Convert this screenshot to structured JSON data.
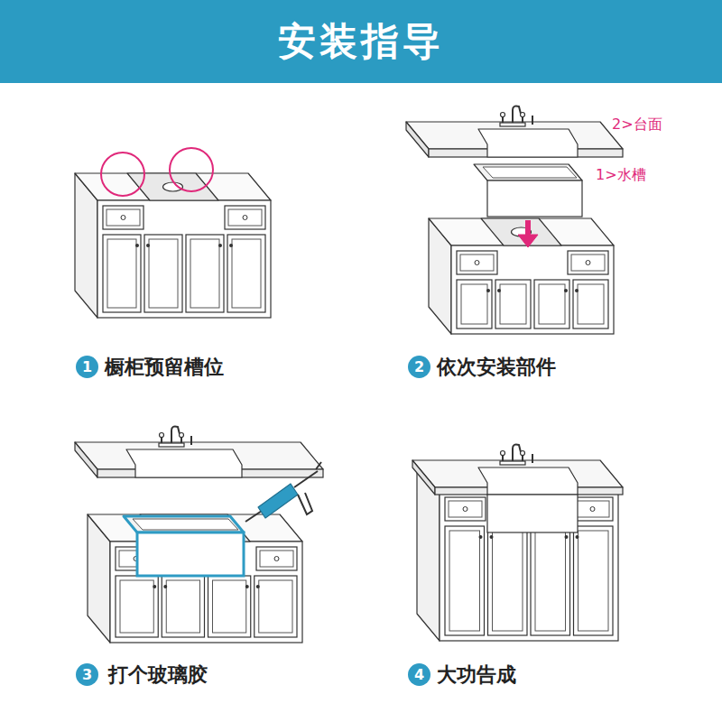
{
  "diagram": {
    "title": "安装指导",
    "nodes": [
      {
        "text": [
          "1"
        ]
      },
      {
        "text": [
          "2"
        ]
      },
      {
        "text": [
          "3"
        ]
      },
      {
        "text": [
          "4"
        ]
      }
    ],
    "labels": [
      "2>台面",
      "1>水槽",
      "橱柜预留槽位",
      "依次安装部件",
      "打个玻璃胶",
      "大功告成"
    ]
  }
}
